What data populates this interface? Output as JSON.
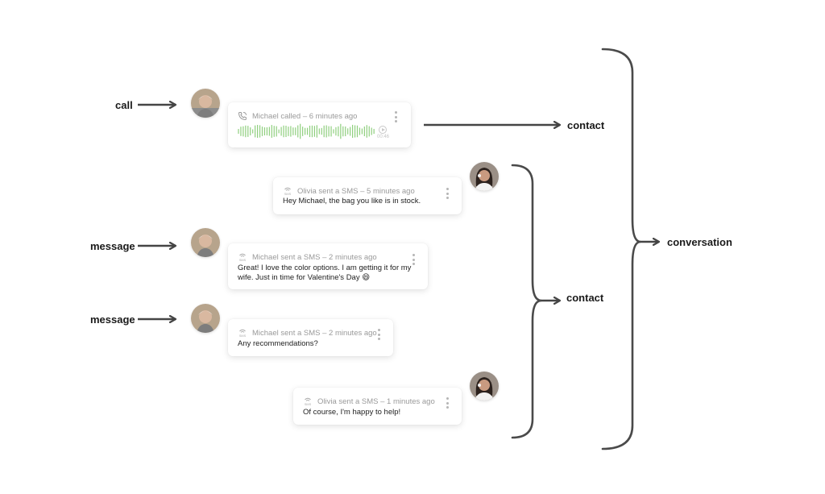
{
  "labels": {
    "call": "call",
    "message_1": "message",
    "message_2": "message",
    "contact_top": "contact",
    "contact_middle": "contact",
    "conversation": "conversation"
  },
  "cards": {
    "call_card": {
      "header": "Michael called – 6 minutes ago",
      "duration": "00:46",
      "icon": "phone-call-icon"
    },
    "olivia_sms_1": {
      "header": "Olivia sent a SMS – 5 minutes ago",
      "body": "Hey Michael, the bag you like is in stock.",
      "icon": "sms-icon"
    },
    "michael_sms_1": {
      "header": "Michael sent a SMS – 2 minutes ago",
      "body_line1": "Great! I love the color options. I am getting it for my",
      "body_line2": "wife. Just in time for Valentine's Day 😄",
      "icon": "sms-icon"
    },
    "michael_sms_2": {
      "header": "Michael sent a SMS – 2 minutes ago",
      "body": "Any recommendations?",
      "icon": "sms-icon"
    },
    "olivia_sms_2": {
      "header": "Olivia sent a SMS – 1 minutes ago",
      "body": "Of course, I'm happy to help!",
      "icon": "sms-icon"
    }
  },
  "colors": {
    "waveform": "#8fcf7e",
    "arrow": "#454545",
    "bracket": "#4a4a4a",
    "muted_text": "#9a9a9a"
  }
}
